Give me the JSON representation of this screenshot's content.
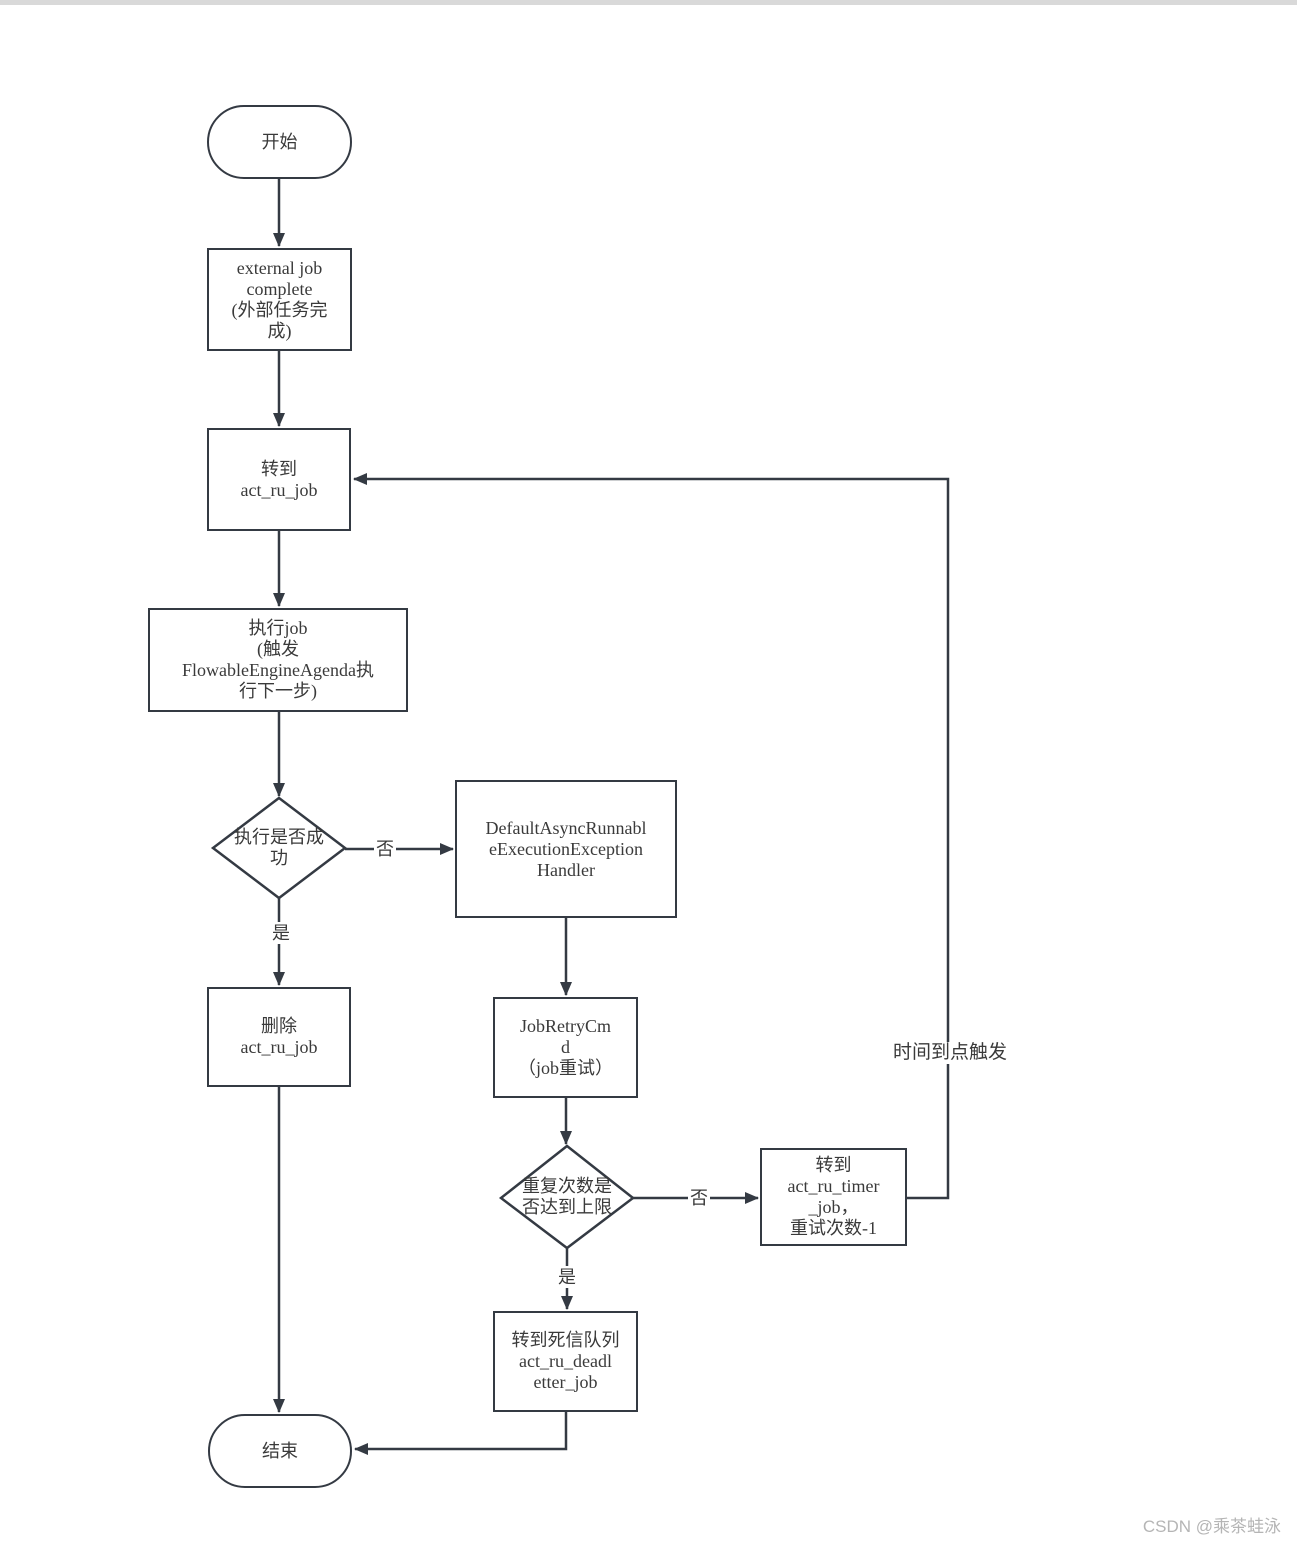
{
  "colors": {
    "line-color": "#343a43",
    "text-color": "#3a3a3a",
    "watermark-color": "#b5b5b5",
    "top-border-color": "#d9d9d9"
  },
  "watermark": "CSDN @乘茶蛙泳",
  "flowchart": {
    "nodes": {
      "start": "开始",
      "external_job_complete": "external job\ncomplete\n(外部任务完\n成)",
      "goto_act_ru_job": "转到\nact_ru_job",
      "execute_job": "执行job\n(触发\nFlowableEngineAgenda执\n行下一步)",
      "is_success": "执行是否成\n功",
      "exception_handler": "DefaultAsyncRunnabl\neExecutionException\nHandler",
      "delete_act_ru_job": "删除\nact_ru_job",
      "job_retry": "JobRetryCm\nd\n（job重试）",
      "retry_limit_reached": "重复次数是\n否达到上限",
      "goto_timer_job": "转到\nact_ru_timer\n_job，\n重试次数-1",
      "dead_letter_queue": "转到死信队列\nact_ru_deadl\netter_job",
      "end": "结束"
    },
    "edge_labels": {
      "no_1": "否",
      "yes_1": "是",
      "no_2": "否",
      "yes_2": "是",
      "timer_trigger": "时间到点触发"
    }
  }
}
